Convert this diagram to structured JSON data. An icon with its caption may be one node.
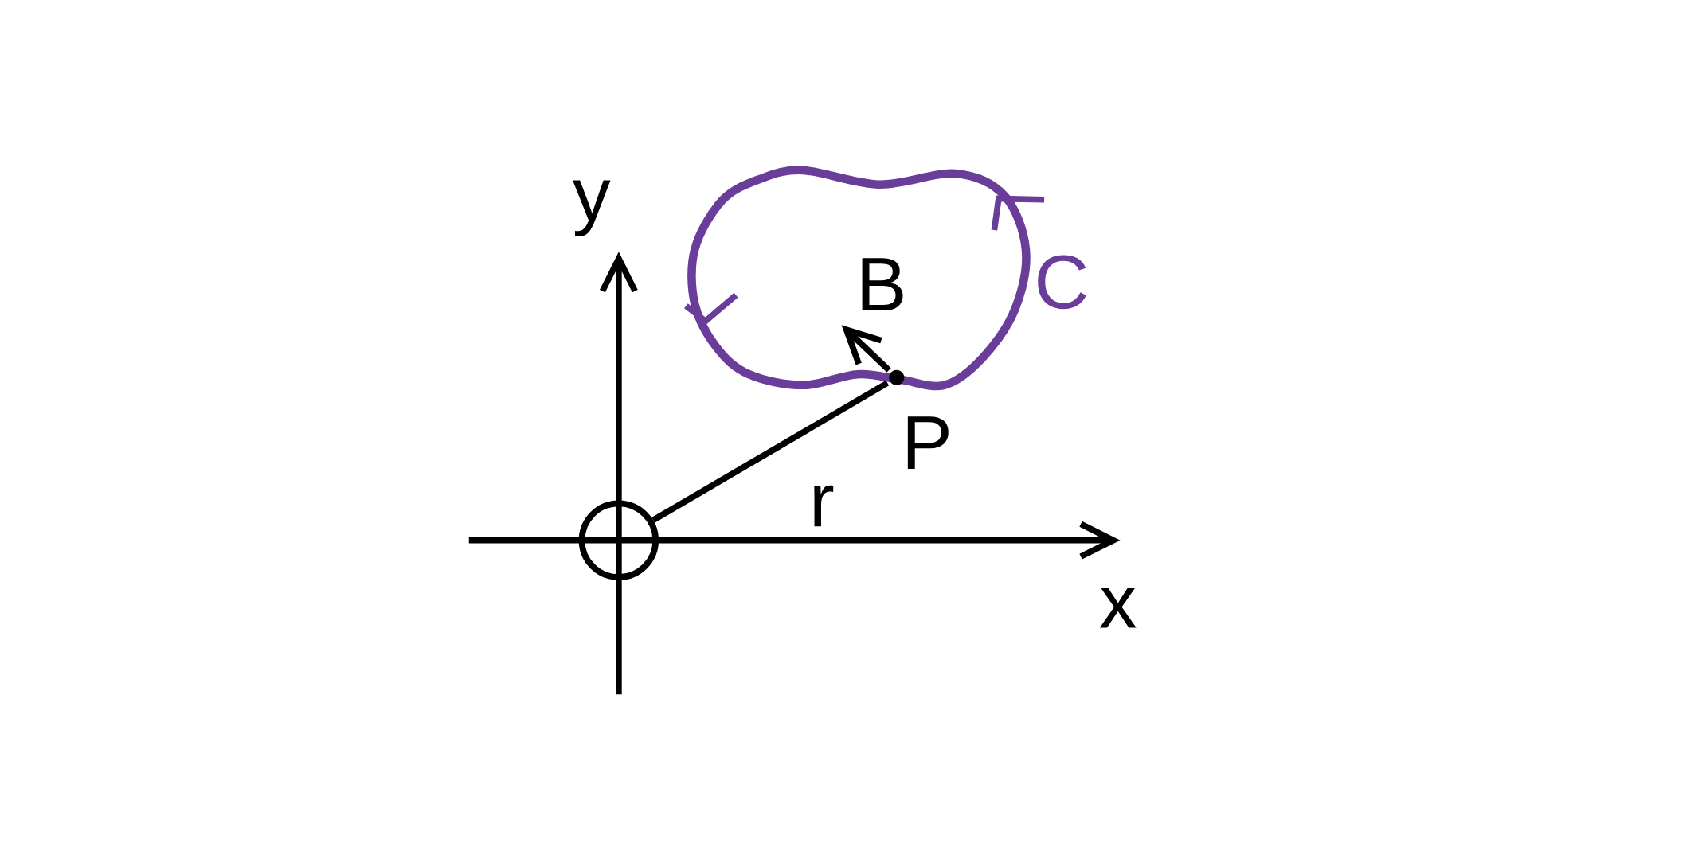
{
  "diagram": {
    "nodes": [
      {
        "text": [],
        "shape": "circle"
      },
      {
        "text": [
          "C"
        ]
      },
      {
        "text": [],
        "shape": "dot",
        "beside": [
          "P"
        ],
        "in": 1
      },
      {
        "text": [
          "B"
        ],
        "in": 1
      }
    ],
    "edges": [
      {
        "from": 0,
        "to": 2,
        "arrow": "none",
        "label": "r"
      },
      {
        "from": 2,
        "to": 3,
        "arrow": "to"
      }
    ],
    "labels": [
      "x",
      "y"
    ]
  }
}
